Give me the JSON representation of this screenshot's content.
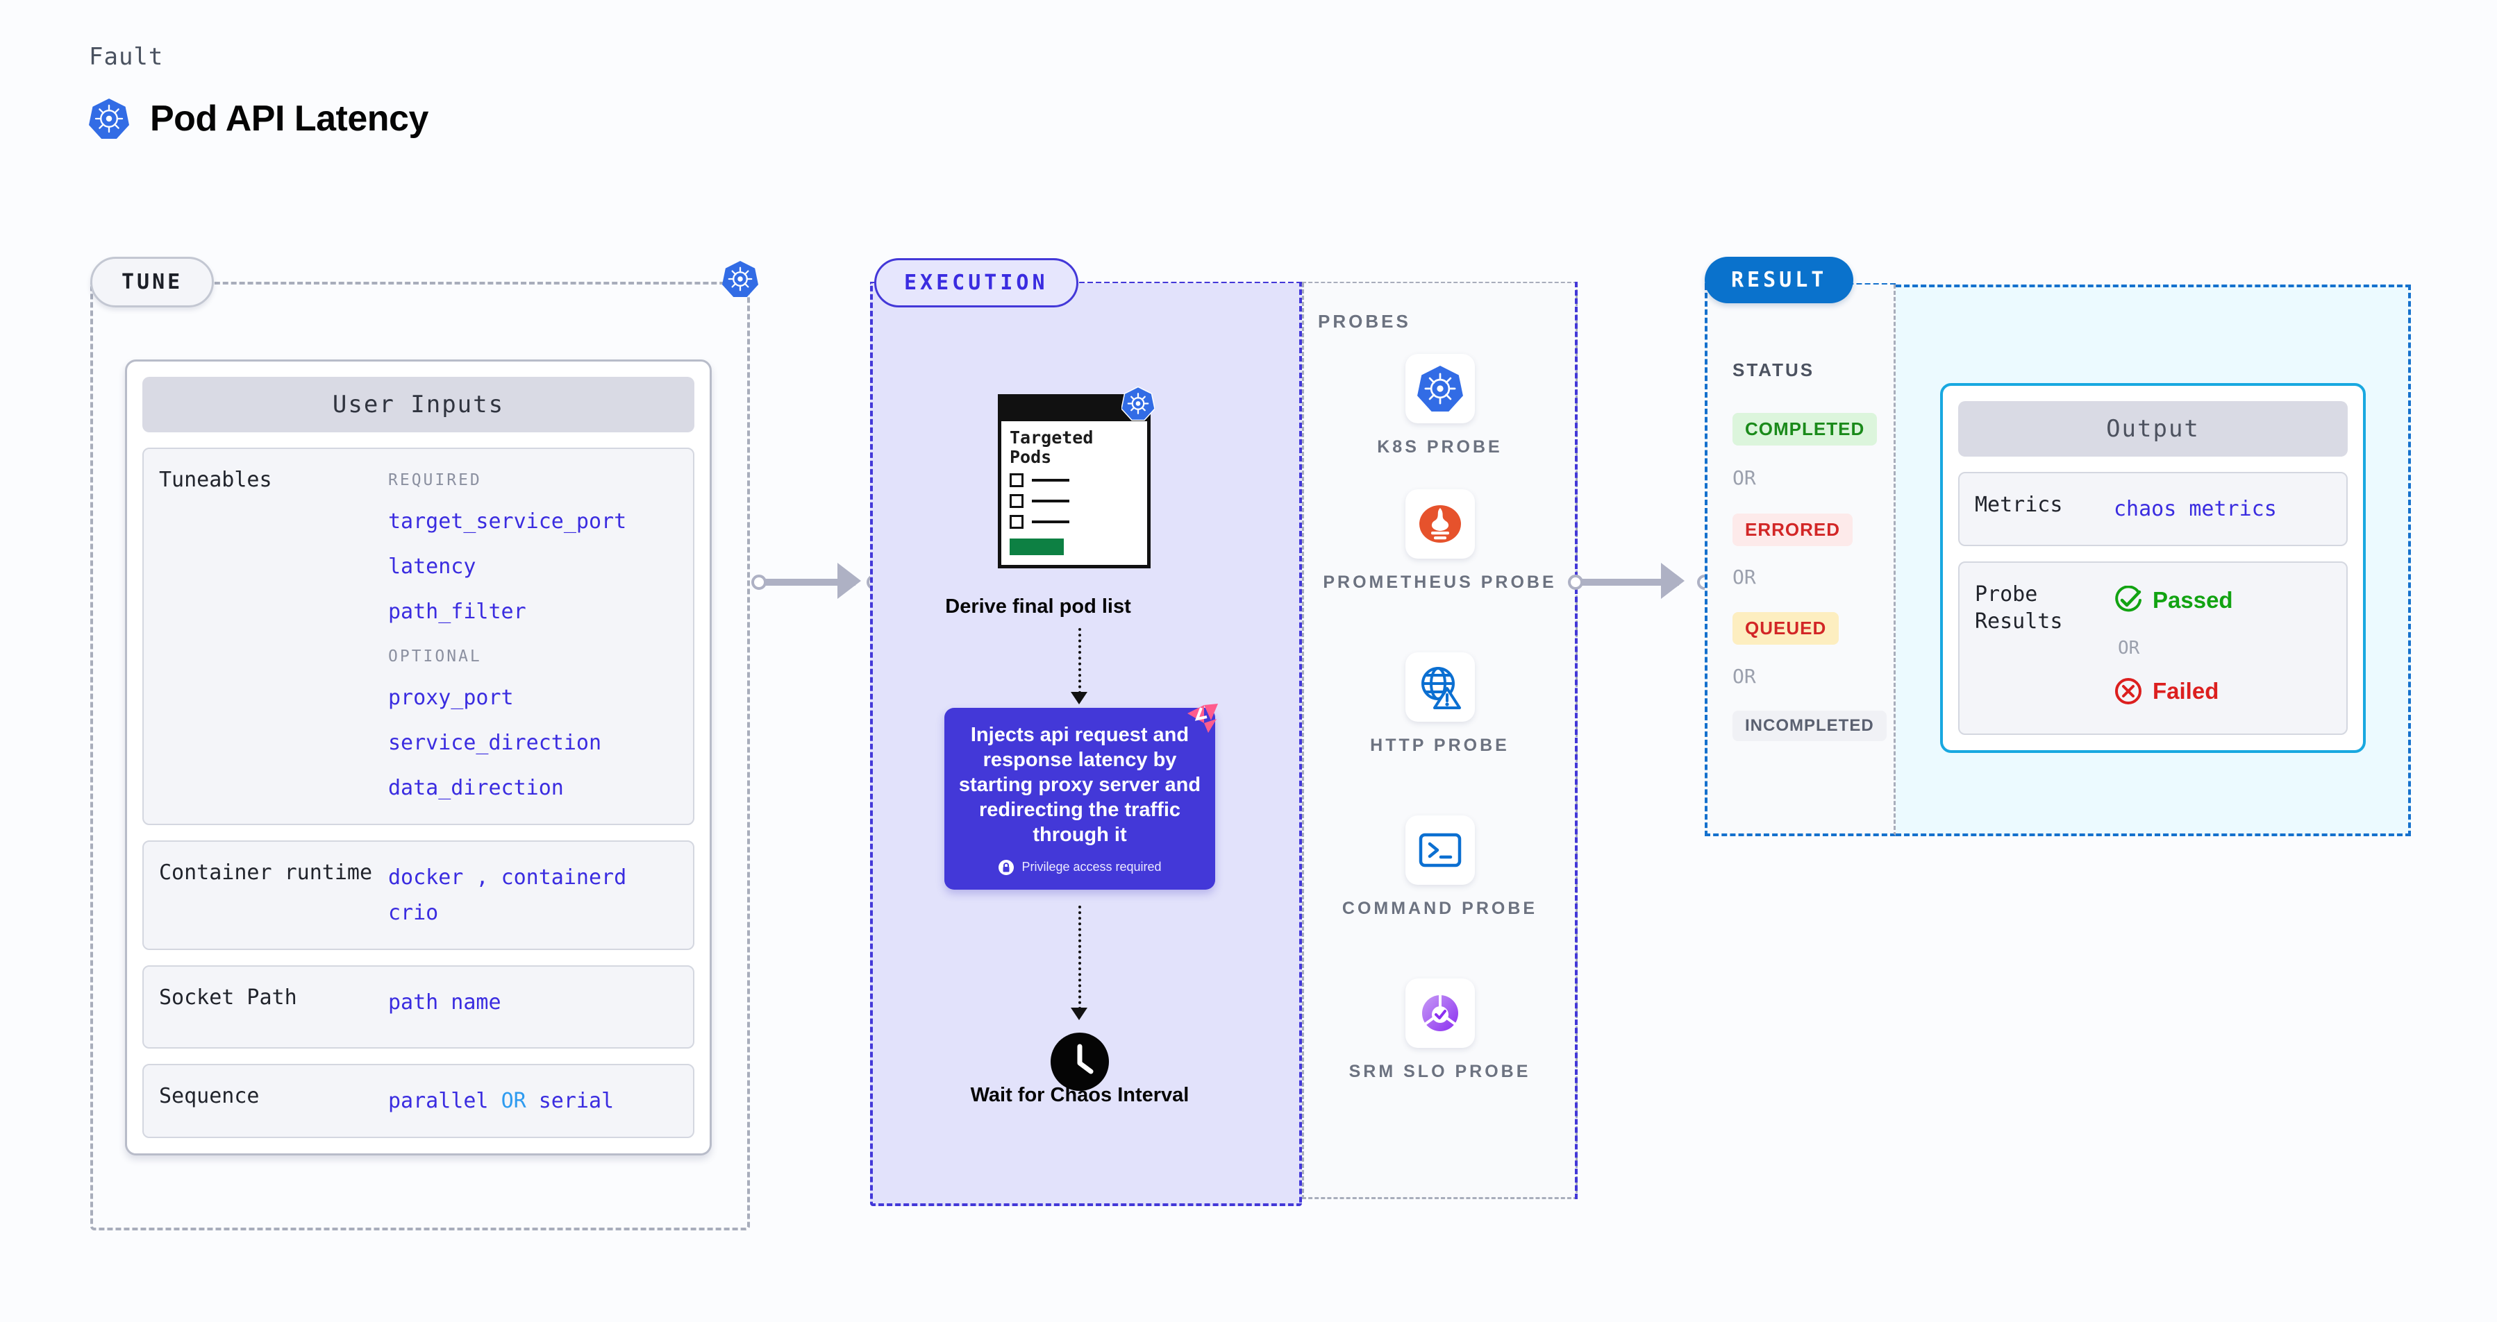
{
  "header": {
    "eyebrow": "Fault",
    "title": "Pod API Latency",
    "icon": "kubernetes-icon"
  },
  "colors": {
    "accent_blue": "#3a2ce0",
    "execution_bg": "#e2e2fb",
    "execution_border": "#4338d8",
    "result_border": "#1571cd",
    "result_chip_bg": "#0a72cc",
    "output_border": "#18a8e0",
    "kubernetes_blue": "#326ce5",
    "litmus_pink": "#ff5c8d",
    "passed_green": "#12a312",
    "failed_red": "#dc1f1f"
  },
  "tune": {
    "chip_label": "TUNE",
    "badge_icon": "kubernetes-icon",
    "card_title": "User Inputs",
    "rows": [
      {
        "key": "Tuneables",
        "groups": [
          {
            "label": "REQUIRED",
            "items": [
              "target_service_port",
              "latency",
              "path_filter"
            ]
          },
          {
            "label": "OPTIONAL",
            "items": [
              "proxy_port",
              "service_direction",
              "data_direction"
            ]
          }
        ]
      },
      {
        "key": "Container runtime",
        "values": [
          "docker",
          "containerd",
          "crio"
        ],
        "separator": ","
      },
      {
        "key": "Socket Path",
        "values": [
          "path name"
        ]
      },
      {
        "key": "Sequence",
        "values": [
          "parallel",
          "serial"
        ],
        "separator": "OR"
      }
    ]
  },
  "execution": {
    "chip_label": "EXECUTION",
    "pods_card": {
      "title": "Targeted Pods",
      "badge_icon": "kubernetes-icon",
      "checkbox_rows": 3
    },
    "derive_label": "Derive final pod list",
    "inject": {
      "text": "Injects api request and response latency by starting proxy server and redirecting the traffic through it",
      "privilege_note": "Privilege access required",
      "privilege_icon": "lock-icon",
      "corner_icon": "litmus-chaos-icon"
    },
    "wait": {
      "icon": "clock-icon",
      "label": "Wait for Chaos Interval"
    }
  },
  "probes": {
    "title": "PROBES",
    "items": [
      {
        "name": "K8S PROBE",
        "icon": "kubernetes-icon"
      },
      {
        "name": "PROMETHEUS PROBE",
        "icon": "prometheus-icon"
      },
      {
        "name": "HTTP PROBE",
        "icon": "globe-warning-icon"
      },
      {
        "name": "COMMAND PROBE",
        "icon": "terminal-icon"
      },
      {
        "name": "SRM SLO PROBE",
        "icon": "srm-slo-icon"
      }
    ]
  },
  "result": {
    "chip_label": "RESULT",
    "status_label": "STATUS",
    "or_label": "OR",
    "statuses": [
      {
        "label": "COMPLETED",
        "bg": "#dcf5dc",
        "fg": "#1a8a1a"
      },
      {
        "label": "ERRORED",
        "bg": "#fdeaea",
        "fg": "#d22626"
      },
      {
        "label": "QUEUED",
        "bg": "#fdeec0",
        "fg": "#d22626"
      },
      {
        "label": "INCOMPLETED",
        "bg": "#f0f1f5",
        "fg": "#5a6070"
      }
    ],
    "output": {
      "card_title": "Output",
      "metrics_key": "Metrics",
      "metrics_value": "chaos metrics",
      "probe_results_key": "Probe Results",
      "passed_label": "Passed",
      "failed_label": "Failed",
      "or_label": "OR",
      "passed_icon": "check-circle-icon",
      "failed_icon": "x-circle-icon"
    }
  }
}
